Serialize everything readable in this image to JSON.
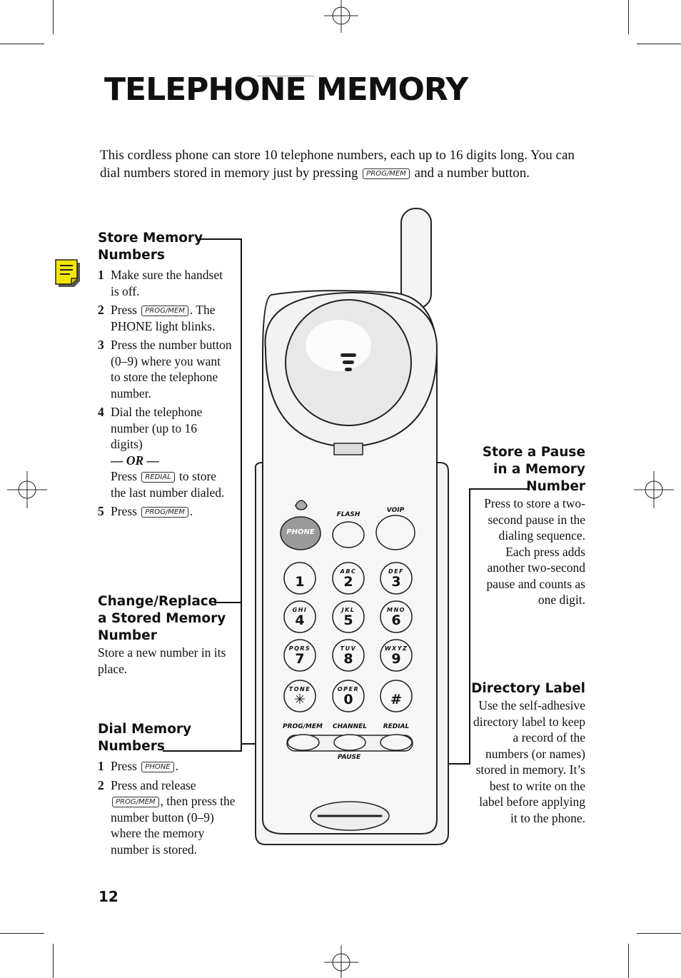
{
  "page_title": "TELEPHONE MEMORY",
  "intro": {
    "text_before_key": "This cordless phone can store 10 telephone numbers, each up to 16 digits long. You can dial numbers stored in memory just by pressing",
    "key": "PROG/MEM",
    "text_after_key": "and a number button."
  },
  "store_section": {
    "heading_line1": "Store Memory",
    "heading_line2": "Numbers",
    "step1": {
      "num": "1",
      "text": "Make sure the handset is off."
    },
    "step2": {
      "num": "2",
      "pre": "Press",
      "key": "PROG/MEM",
      "post": ". The PHONE light blinks."
    },
    "step3": {
      "num": "3",
      "text": "Press the number button (0–9) where you want to store the telephone number."
    },
    "step4": {
      "num": "4",
      "text": "Dial the telephone number (up to 16 digits)",
      "or": "— OR —",
      "pre": "Press",
      "key": "REDIAL",
      "post": "to store the last number dialed."
    },
    "step5": {
      "num": "5",
      "pre": "Press",
      "key": "PROG/MEM",
      "post": "."
    }
  },
  "change_section": {
    "heading_line1": "Change/Replace",
    "heading_line2": "a Stored Memory",
    "heading_line3": "Number",
    "body": "Store a new number in its place."
  },
  "dial_section": {
    "heading_line1": "Dial Memory",
    "heading_line2": "Numbers",
    "step1": {
      "num": "1",
      "pre": "Press",
      "key": "PHONE",
      "post": "."
    },
    "step2": {
      "num": "2",
      "pre": "Press and release",
      "key": "PROG/MEM",
      "post": ", then press the number button (0–9) where the memory number is stored."
    }
  },
  "pause_section": {
    "heading_line1": "Store a Pause",
    "heading_line2": "in a Memory",
    "heading_line3": "Number",
    "body": "Press to store a two-second pause in the dialing sequence. Each press adds another two-second pause and counts as one digit."
  },
  "directory_section": {
    "heading": "Directory Label",
    "body": "Use the self-adhesive directory label to keep a record of the numbers (or names) stored in memory.  It’s best to write on the label before applying it to the phone."
  },
  "phone": {
    "phone_button": "PHONE",
    "flash": "FLASH",
    "voip": "VOIP",
    "prog_mem": "PROG/MEM",
    "channel": "CHANNEL",
    "redial": "REDIAL",
    "pause": "PAUSE",
    "keys": [
      {
        "digit": "1",
        "letters": ""
      },
      {
        "digit": "2",
        "letters": "ABC"
      },
      {
        "digit": "3",
        "letters": "DEF"
      },
      {
        "digit": "4",
        "letters": "GHI"
      },
      {
        "digit": "5",
        "letters": "JKL"
      },
      {
        "digit": "6",
        "letters": "MNO"
      },
      {
        "digit": "7",
        "letters": "PQRS"
      },
      {
        "digit": "8",
        "letters": "TUV"
      },
      {
        "digit": "9",
        "letters": "WXYZ"
      },
      {
        "digit": "✳",
        "letters": "TONE"
      },
      {
        "digit": "0",
        "letters": "OPER"
      },
      {
        "digit": "#",
        "letters": ""
      }
    ]
  },
  "page_number": "12",
  "colors": {
    "note_icon": "#f2e600",
    "phone_body": "#f4f4f4",
    "phone_button": "#9a9a9a"
  }
}
